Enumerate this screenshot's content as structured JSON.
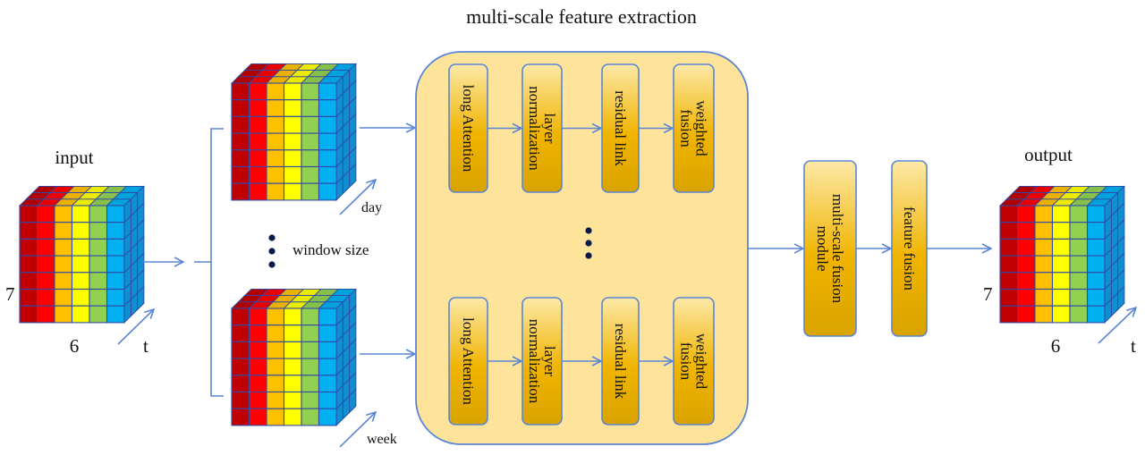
{
  "title": "multi-scale feature extraction",
  "colors": {
    "line": "#5b86d6",
    "cube_grid": "#2f4aa8",
    "container_fill": "#fde49a",
    "container_stroke": "#5b86d6",
    "box_top": "#fde9a8",
    "box_mid": "#f0b400",
    "box_bottom": "#d9a300",
    "columns": [
      "#c00000",
      "#ff0000",
      "#ffc000",
      "#ffff00",
      "#92d050",
      "#00b0f0"
    ],
    "columns_side": "#0f8fd0",
    "dot": "#0a1a4a"
  },
  "input": {
    "label": "input",
    "rows_label": "7",
    "cols_label": "6",
    "depth_label": "t",
    "rows": 7,
    "cols": 6,
    "depth": 3
  },
  "windows": [
    {
      "id": "day",
      "label": "day"
    },
    {
      "id": "week",
      "label": "week"
    }
  ],
  "window_size_label": "window size",
  "branches": [
    {
      "id": "top",
      "blocks": [
        {
          "lines": [
            "long Attention"
          ]
        },
        {
          "lines": [
            "layer",
            "normalization"
          ]
        },
        {
          "lines": [
            "residual link"
          ]
        },
        {
          "lines": [
            "weighted",
            "fusion"
          ]
        }
      ]
    },
    {
      "id": "bottom",
      "blocks": [
        {
          "lines": [
            "long Attention"
          ]
        },
        {
          "lines": [
            "layer",
            "normalization"
          ]
        },
        {
          "lines": [
            "residual link"
          ]
        },
        {
          "lines": [
            "weighted",
            "fusion"
          ]
        }
      ]
    }
  ],
  "fusion_module": {
    "lines": [
      "multi-scale fusion",
      "module"
    ]
  },
  "feature_fusion": {
    "lines": [
      "feature fusion"
    ]
  },
  "output": {
    "label": "output",
    "rows_label": "7",
    "cols_label": "6",
    "depth_label": "t"
  }
}
